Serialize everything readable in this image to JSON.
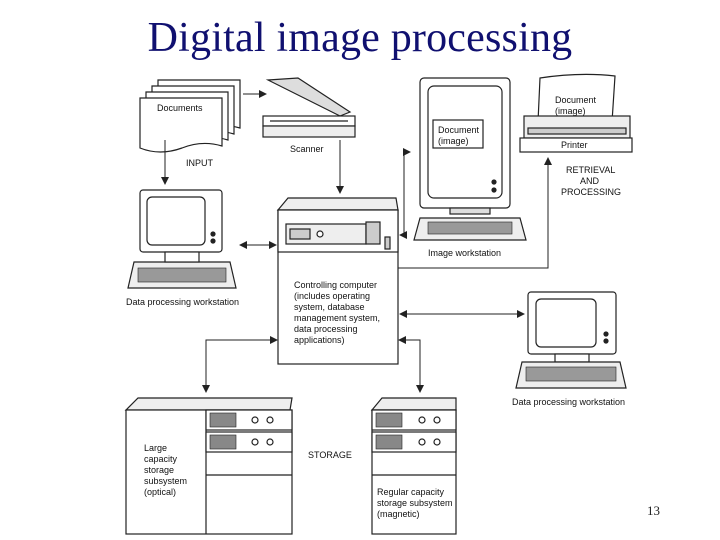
{
  "slide": {
    "title": "Digital image processing",
    "page_number": "13"
  },
  "diagram": {
    "documents": "Documents",
    "scanner": "Scanner",
    "input": "INPUT",
    "monitor_document": [
      "Document",
      "(image)"
    ],
    "printer_document": [
      "Document",
      "(image)"
    ],
    "printer": "Printer",
    "retrieval": [
      "RETRIEVAL",
      "AND",
      "PROCESSING"
    ],
    "image_workstation": "Image workstation",
    "data_ws_left": "Data processing workstation",
    "data_ws_right": "Data processing workstation",
    "controller": [
      "Controlling computer",
      "(includes operating",
      "system, database",
      "management system,",
      "data processing",
      "applications)"
    ],
    "storage": "STORAGE",
    "large_storage": [
      "Large",
      "capacity",
      "storage",
      "subsystem",
      "(optical)"
    ],
    "regular_storage": [
      "Regular capacity",
      "storage subsystem",
      "(magnetic)"
    ]
  }
}
